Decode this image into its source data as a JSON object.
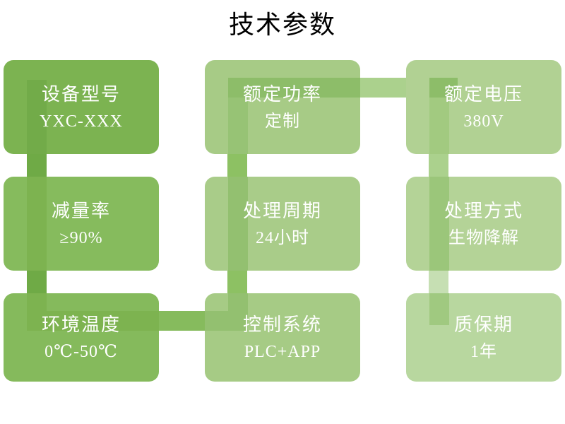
{
  "page": {
    "title": "技术参数",
    "background": "#ffffff"
  },
  "palette": {
    "dark_green": "#76b14e",
    "mid_green": "#8cbf63",
    "light_green": "#aacd8b",
    "pale_green": "#b7d69d",
    "connector_dark": "#6faa46",
    "connector_mid": "#8dc163",
    "connector_light": "#abd18d",
    "connector_pale": "#c6dfb3",
    "text": "#ffffff",
    "title_text": "#000000"
  },
  "cards": [
    {
      "id": "device-model",
      "title": "设备型号",
      "value": "YXC-XXX",
      "fill": "#7cb351",
      "row": 1,
      "col": 1
    },
    {
      "id": "rated-power",
      "title": "额定功率",
      "value": "定制",
      "fill": "#a7cb86",
      "row": 1,
      "col": 2
    },
    {
      "id": "rated-voltage",
      "title": "额定电压",
      "value": "380V",
      "fill": "#b1d193",
      "row": 1,
      "col": 3
    },
    {
      "id": "reduction-rate",
      "title": "减量率",
      "value": "≥90%",
      "fill": "#86bb5d",
      "row": 2,
      "col": 1
    },
    {
      "id": "treatment-cycle",
      "title": "处理周期",
      "value": "24小时",
      "fill": "#a9cc89",
      "row": 2,
      "col": 2
    },
    {
      "id": "treatment-method",
      "title": "处理方式",
      "value": "生物降解",
      "fill": "#b4d397",
      "row": 2,
      "col": 3
    },
    {
      "id": "ambient-temperature",
      "title": "环境温度",
      "value": "0℃-50℃",
      "fill": "#85ba5c",
      "row": 3,
      "col": 1
    },
    {
      "id": "control-system",
      "title": "控制系统",
      "value": "PLC+APP",
      "fill": "#a6cb85",
      "row": 3,
      "col": 2
    },
    {
      "id": "warranty-period",
      "title": "质保期",
      "value": "1年",
      "fill": "#b8d79f",
      "row": 3,
      "col": 3
    }
  ]
}
